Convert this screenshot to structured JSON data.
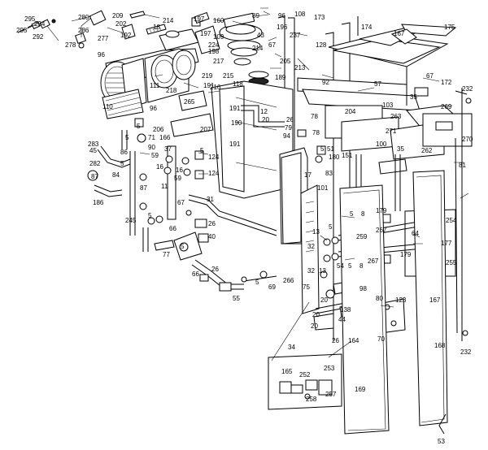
{
  "diagram": {
    "parts": [
      {
        "id": "p295a",
        "label": "295"
      },
      {
        "id": "p294",
        "label": "294"
      },
      {
        "id": "p295b",
        "label": "295"
      },
      {
        "id": "p292",
        "label": "292"
      },
      {
        "id": "p280",
        "label": "280"
      },
      {
        "id": "p286",
        "label": "286"
      },
      {
        "id": "p277",
        "label": "277"
      },
      {
        "id": "p278",
        "label": "278"
      },
      {
        "id": "p209",
        "label": "209"
      },
      {
        "id": "p202",
        "label": "202"
      },
      {
        "id": "p18",
        "label": "18"
      },
      {
        "id": "p192",
        "label": "192"
      },
      {
        "id": "p96a",
        "label": "96"
      },
      {
        "id": "p214a",
        "label": "214"
      },
      {
        "id": "p197a",
        "label": "197"
      },
      {
        "id": "p160",
        "label": "160"
      },
      {
        "id": "p89",
        "label": "89"
      },
      {
        "id": "p96b",
        "label": "96"
      },
      {
        "id": "p108",
        "label": "108"
      },
      {
        "id": "p173",
        "label": "173"
      },
      {
        "id": "p174",
        "label": "174"
      },
      {
        "id": "p175",
        "label": "175"
      },
      {
        "id": "p167a",
        "label": "167"
      },
      {
        "id": "p197b",
        "label": "197"
      },
      {
        "id": "p109",
        "label": "109"
      },
      {
        "id": "p43",
        "label": "43"
      },
      {
        "id": "p196",
        "label": "196"
      },
      {
        "id": "p237",
        "label": "237"
      },
      {
        "id": "p224",
        "label": "224"
      },
      {
        "id": "p214b",
        "label": "214"
      },
      {
        "id": "p198",
        "label": "198"
      },
      {
        "id": "p67a",
        "label": "67"
      },
      {
        "id": "p205",
        "label": "205"
      },
      {
        "id": "p128",
        "label": "128"
      },
      {
        "id": "p217",
        "label": "217"
      },
      {
        "id": "p215",
        "label": "215"
      },
      {
        "id": "p219",
        "label": "219"
      },
      {
        "id": "p191a",
        "label": "191"
      },
      {
        "id": "p213",
        "label": "213"
      },
      {
        "id": "p111",
        "label": "111"
      },
      {
        "id": "p218",
        "label": "218"
      },
      {
        "id": "p216",
        "label": "216"
      },
      {
        "id": "p118",
        "label": "118"
      },
      {
        "id": "p189",
        "label": "189"
      },
      {
        "id": "p92",
        "label": "92"
      },
      {
        "id": "p57",
        "label": "57"
      },
      {
        "id": "p67b",
        "label": "67"
      },
      {
        "id": "p172",
        "label": "172"
      },
      {
        "id": "p232a",
        "label": "232"
      },
      {
        "id": "p35a",
        "label": "35"
      },
      {
        "id": "p269",
        "label": "269"
      },
      {
        "id": "p110",
        "label": "110"
      },
      {
        "id": "p265",
        "label": "265"
      },
      {
        "id": "p191b",
        "label": "191"
      },
      {
        "id": "p96c",
        "label": "96"
      },
      {
        "id": "p12",
        "label": "12"
      },
      {
        "id": "p20a",
        "label": "20"
      },
      {
        "id": "p26a",
        "label": "26"
      },
      {
        "id": "p78a",
        "label": "78"
      },
      {
        "id": "p204",
        "label": "204"
      },
      {
        "id": "p103",
        "label": "103"
      },
      {
        "id": "p263",
        "label": "263"
      },
      {
        "id": "p271",
        "label": "271"
      },
      {
        "id": "p5a",
        "label": "5"
      },
      {
        "id": "p206",
        "label": "206"
      },
      {
        "id": "p207",
        "label": "207"
      },
      {
        "id": "p190",
        "label": "190"
      },
      {
        "id": "p79",
        "label": "79"
      },
      {
        "id": "p94",
        "label": "94"
      },
      {
        "id": "p78b",
        "label": "78"
      },
      {
        "id": "p5b",
        "label": "5"
      },
      {
        "id": "p71",
        "label": "71"
      },
      {
        "id": "p166",
        "label": "166"
      },
      {
        "id": "p191c",
        "label": "191"
      },
      {
        "id": "p51",
        "label": "51"
      },
      {
        "id": "p262",
        "label": "262"
      },
      {
        "id": "p270",
        "label": "270"
      },
      {
        "id": "p283",
        "label": "283"
      },
      {
        "id": "p45",
        "label": "45"
      },
      {
        "id": "p86",
        "label": "86"
      },
      {
        "id": "p90",
        "label": "90"
      },
      {
        "id": "p37",
        "label": "37"
      },
      {
        "id": "p5c",
        "label": "5"
      },
      {
        "id": "p124a",
        "label": "124"
      },
      {
        "id": "p5d",
        "label": "5"
      },
      {
        "id": "p151",
        "label": "151"
      },
      {
        "id": "p100",
        "label": "100"
      },
      {
        "id": "p35b",
        "label": "35"
      },
      {
        "id": "p282",
        "label": "282"
      },
      {
        "id": "p5e",
        "label": "5"
      },
      {
        "id": "p59a",
        "label": "59"
      },
      {
        "id": "p16a",
        "label": "16"
      },
      {
        "id": "p16b",
        "label": "16"
      },
      {
        "id": "p59b",
        "label": "59"
      },
      {
        "id": "p124b",
        "label": "124"
      },
      {
        "id": "p180",
        "label": "180"
      },
      {
        "id": "p83",
        "label": "83"
      },
      {
        "id": "p81",
        "label": "81"
      },
      {
        "id": "p87a",
        "label": "87"
      },
      {
        "id": "p84",
        "label": "84"
      },
      {
        "id": "p17",
        "label": "17"
      },
      {
        "id": "p101",
        "label": "101"
      },
      {
        "id": "p87b",
        "label": "87"
      },
      {
        "id": "p11",
        "label": "11"
      },
      {
        "id": "p31",
        "label": "31"
      },
      {
        "id": "p186",
        "label": "186"
      },
      {
        "id": "p67c",
        "label": "67"
      },
      {
        "id": "p5f",
        "label": "5"
      },
      {
        "id": "p8a",
        "label": "8"
      },
      {
        "id": "p179a",
        "label": "179"
      },
      {
        "id": "p254",
        "label": "254"
      },
      {
        "id": "p245",
        "label": "245"
      },
      {
        "id": "p5g",
        "label": "5"
      },
      {
        "id": "p26b",
        "label": "26"
      },
      {
        "id": "p66a",
        "label": "66"
      },
      {
        "id": "p40",
        "label": "40"
      },
      {
        "id": "p5h",
        "label": "5"
      },
      {
        "id": "p13a",
        "label": "13"
      },
      {
        "id": "p259",
        "label": "259"
      },
      {
        "id": "p267a",
        "label": "267"
      },
      {
        "id": "p64",
        "label": "64"
      },
      {
        "id": "p177",
        "label": "177"
      },
      {
        "id": "p77",
        "label": "77"
      },
      {
        "id": "p5i",
        "label": "5"
      },
      {
        "id": "p66b",
        "label": "66"
      },
      {
        "id": "p26c",
        "label": "26"
      },
      {
        "id": "p32a",
        "label": "32"
      },
      {
        "id": "p54",
        "label": "54"
      },
      {
        "id": "p5j",
        "label": "5"
      },
      {
        "id": "p8b",
        "label": "8"
      },
      {
        "id": "p267b",
        "label": "267"
      },
      {
        "id": "p179b",
        "label": "179"
      },
      {
        "id": "p255",
        "label": "255"
      },
      {
        "id": "p32b",
        "label": "32"
      },
      {
        "id": "p13b",
        "label": "13"
      },
      {
        "id": "p5k",
        "label": "5"
      },
      {
        "id": "p266",
        "label": "266"
      },
      {
        "id": "p69",
        "label": "69"
      },
      {
        "id": "p75",
        "label": "75"
      },
      {
        "id": "p98",
        "label": "98"
      },
      {
        "id": "p167b",
        "label": "167"
      },
      {
        "id": "p55",
        "label": "55"
      },
      {
        "id": "p80",
        "label": "80"
      },
      {
        "id": "p123",
        "label": "123"
      },
      {
        "id": "p20b",
        "label": "20"
      },
      {
        "id": "p138",
        "label": "138"
      },
      {
        "id": "p20c",
        "label": "20"
      },
      {
        "id": "p44",
        "label": "44"
      },
      {
        "id": "p20d",
        "label": "20"
      },
      {
        "id": "p70",
        "label": "70"
      },
      {
        "id": "p26d",
        "label": "26"
      },
      {
        "id": "p164",
        "label": "164"
      },
      {
        "id": "p34",
        "label": "34"
      },
      {
        "id": "p168",
        "label": "168"
      },
      {
        "id": "p232b",
        "label": "232"
      },
      {
        "id": "p165",
        "label": "165"
      },
      {
        "id": "p252",
        "label": "252"
      },
      {
        "id": "p253",
        "label": "253"
      },
      {
        "id": "p258",
        "label": "258"
      },
      {
        "id": "p257",
        "label": "257"
      },
      {
        "id": "p169",
        "label": "169"
      },
      {
        "id": "p53",
        "label": "53"
      }
    ]
  }
}
